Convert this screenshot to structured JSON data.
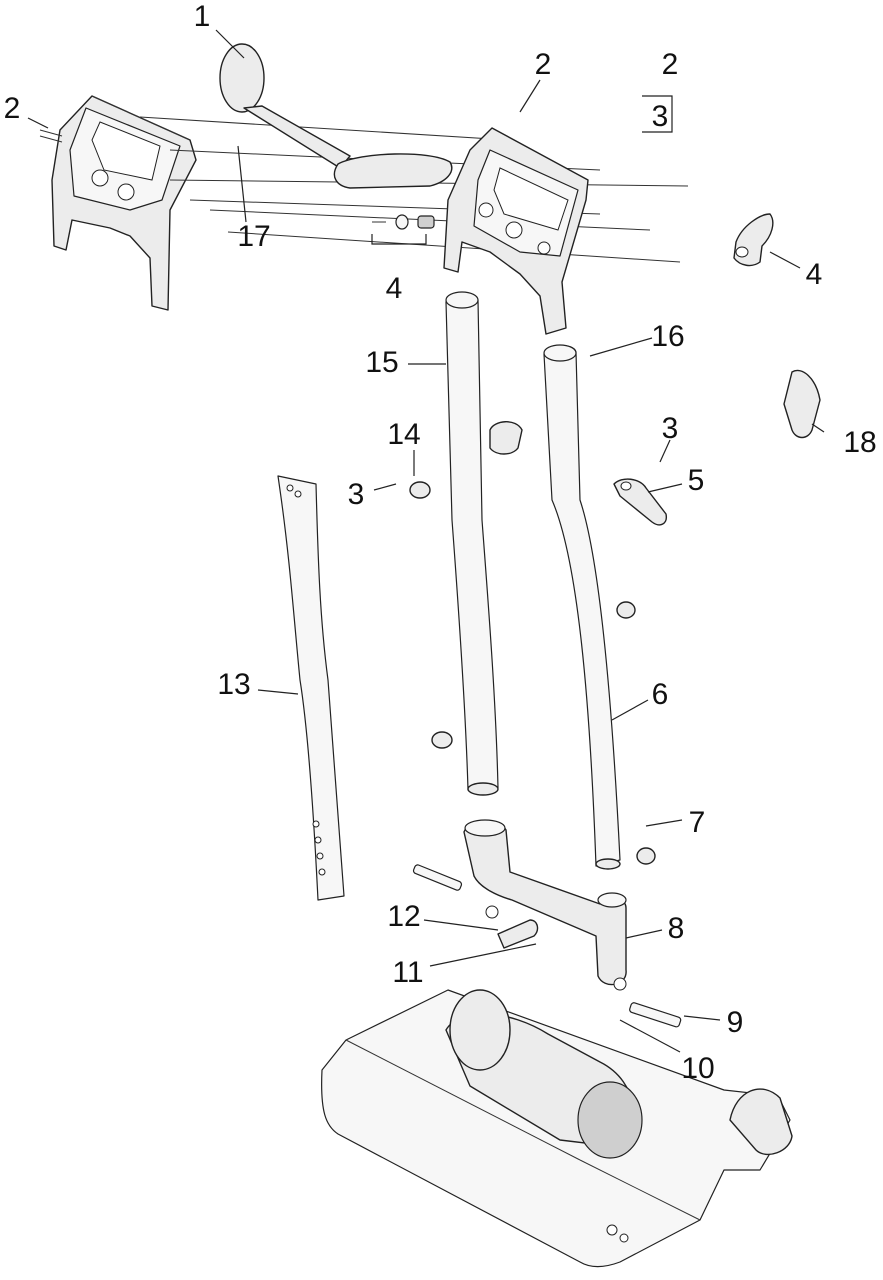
{
  "diagram": {
    "callouts": [
      {
        "id": "c-1",
        "text": "1"
      },
      {
        "id": "c-2a",
        "text": "2"
      },
      {
        "id": "c-2b",
        "text": "2"
      },
      {
        "id": "c-2c",
        "text": "2"
      },
      {
        "id": "c-3a",
        "text": "3"
      },
      {
        "id": "c-3b",
        "text": "3"
      },
      {
        "id": "c-3c",
        "text": "3"
      },
      {
        "id": "c-4a",
        "text": "4"
      },
      {
        "id": "c-4b",
        "text": "4"
      },
      {
        "id": "c-5",
        "text": "5"
      },
      {
        "id": "c-6",
        "text": "6"
      },
      {
        "id": "c-7",
        "text": "7"
      },
      {
        "id": "c-8",
        "text": "8"
      },
      {
        "id": "c-9",
        "text": "9"
      },
      {
        "id": "c-10",
        "text": "10"
      },
      {
        "id": "c-11",
        "text": "11"
      },
      {
        "id": "c-12",
        "text": "12"
      },
      {
        "id": "c-13",
        "text": "13"
      },
      {
        "id": "c-14",
        "text": "14"
      },
      {
        "id": "c-15",
        "text": "15"
      },
      {
        "id": "c-16",
        "text": "16"
      },
      {
        "id": "c-17",
        "text": "17"
      },
      {
        "id": "c-18",
        "text": "18"
      }
    ]
  }
}
